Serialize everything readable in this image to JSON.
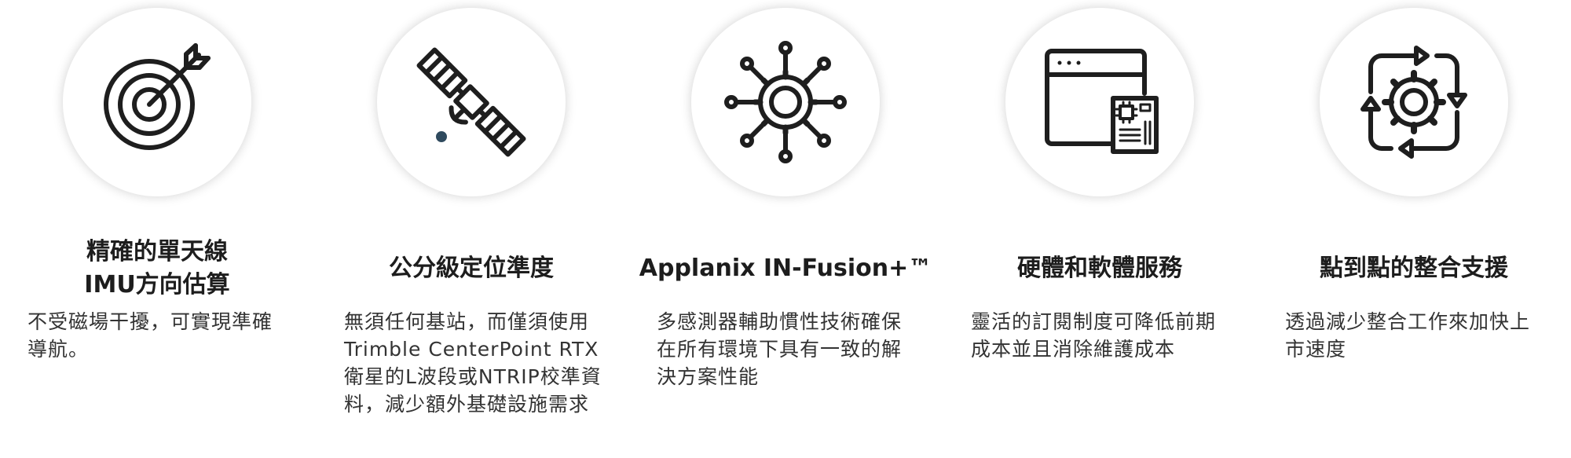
{
  "features": [
    {
      "icon": "target-arrow-icon",
      "title": "精確的單天線\nIMU方向估算",
      "description": "不受磁場干擾，可實現準確導航。"
    },
    {
      "icon": "satellite-icon",
      "title": "公分級定位準度",
      "description": "無須任何基站，而僅須使用Trimble CenterPoint RTX衛星的L波段或NTRIP校準資料，減少額外基礎設施需求"
    },
    {
      "icon": "gear-network-icon",
      "title": "Applanix IN-Fusion+™",
      "description": "多感測器輔助慣性技術確保在所有環境下具有一致的解決方案性能"
    },
    {
      "icon": "browser-chip-icon",
      "title": "硬體和軟體服務",
      "description": "靈活的訂閱制度可降低前期成本並且消除維護成本"
    },
    {
      "icon": "gear-cycle-icon",
      "title": "點到點的整合支援",
      "description": "透過減少整合工作來加快上市速度"
    }
  ],
  "colors": {
    "icon_stroke": "#1e1e1e",
    "satellite_dot": "#2f4a5e",
    "circle_shadow": "#d0d0d0"
  }
}
